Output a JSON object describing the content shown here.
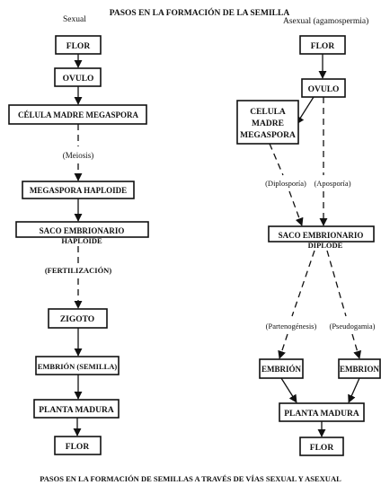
{
  "title": "PASOS EN LA FORMACIÓN DE LA SEMILLA",
  "caption": "PASOS EN LA FORMACIÓN DE SEMILLAS A TRAVÉS DE VÍAS SEXUAL Y ASEXUAL",
  "sexual": {
    "heading": "Sexual",
    "flor_top": "FLOR",
    "ovulo": "OVULO",
    "celula": "CÉLULA MADRE MEGASPORA",
    "meiosis": "(Meiosis)",
    "megaspora": "MEGASPORA HAPLOIDE",
    "saco_line1": "SACO EMBRIONARIO",
    "saco_line2": "HAPLOIDE",
    "fertilizacion": "(FERTILIZACIÓN)",
    "zigoto": "ZIGOTO",
    "embrion": "EMBRIÓN (SEMILLA)",
    "planta": "PLANTA MADURA",
    "flor_bottom": "FLOR"
  },
  "asexual": {
    "heading": "Asexual (agamospermia)",
    "flor_top": "FLOR",
    "ovulo": "OVULO",
    "celula_line1": "CELULA",
    "celula_line2": "MADRE",
    "celula_line3": "MEGASPORA",
    "diplosporia": "(Diplosporía)",
    "aposporia": "(Aposporía)",
    "saco_line1": "SACO EMBRIONARIO",
    "saco_line2": "DIPLODE",
    "partenogenesis": "(Partenogénesis)",
    "pseudogamia": "(Pseudogamia)",
    "embrion_left": "EMBRIÓN",
    "embrion_right": "EMBRION",
    "planta": "PLANTA MADURA",
    "flor_bottom": "FLOR"
  }
}
